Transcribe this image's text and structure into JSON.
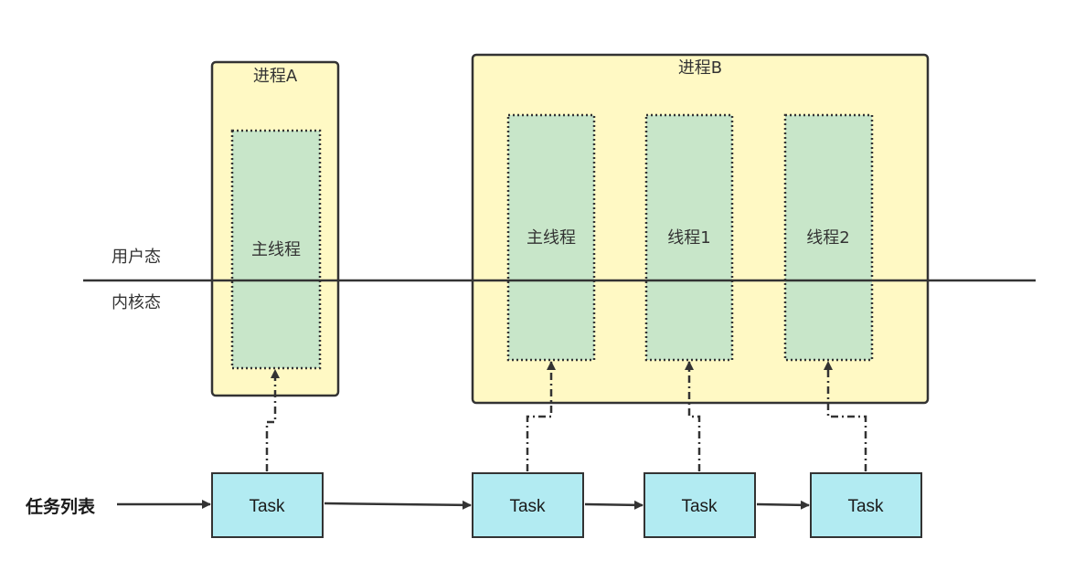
{
  "colors": {
    "process_fill": "#fff9c4",
    "thread_fill": "#c8e6c9",
    "task_fill": "#b2ebf2",
    "line": "#333333"
  },
  "layers": {
    "user_mode": "用户态",
    "kernel_mode": "内核态"
  },
  "process_a": {
    "title": "进程A",
    "thread": "主线程"
  },
  "process_b": {
    "title": "进程B",
    "threads": [
      "主线程",
      "线程1",
      "线程2"
    ]
  },
  "task_list": {
    "label": "任务列表",
    "tasks": [
      "Task",
      "Task",
      "Task",
      "Task"
    ]
  }
}
